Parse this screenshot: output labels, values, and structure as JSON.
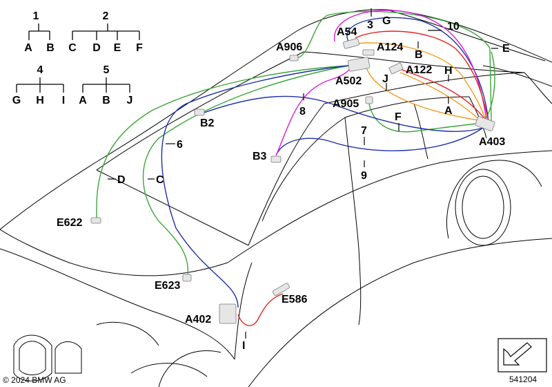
{
  "legend": {
    "trees": [
      {
        "root": "1",
        "children": [
          "A",
          "B"
        ]
      },
      {
        "root": "2",
        "children": [
          "C",
          "D",
          "E",
          "F"
        ]
      },
      {
        "root": "4",
        "children": [
          "G",
          "H",
          "I"
        ]
      },
      {
        "root": "5",
        "children": [
          "A",
          "B",
          "J"
        ]
      }
    ]
  },
  "components": {
    "a54": "A54",
    "a906": "A906",
    "a124": "A124",
    "a122": "A122",
    "a502": "A502",
    "a905": "A905",
    "a403": "A403",
    "b2": "B2",
    "b3": "B3",
    "e622": "E622",
    "e623": "E623",
    "e586": "E586",
    "a402": "A402"
  },
  "wire_labels": {
    "n3": "3",
    "g": "G",
    "n10": "10",
    "e": "E",
    "b": "B",
    "h": "H",
    "j": "J",
    "a": "A",
    "n8": "8",
    "n7": "7",
    "f": "F",
    "n9": "9",
    "n6": "6",
    "d": "D",
    "c": "C",
    "i": "I"
  },
  "colors": {
    "green": "#3aa537",
    "blue": "#1c2fa5",
    "magenta": "#d61fd6",
    "red": "#e52222",
    "orange": "#f29a1f"
  },
  "footer": {
    "copyright": "© 2024 BMW AG",
    "diagram_id": "541204"
  },
  "icons": {
    "corner": "arrow-box-icon"
  }
}
